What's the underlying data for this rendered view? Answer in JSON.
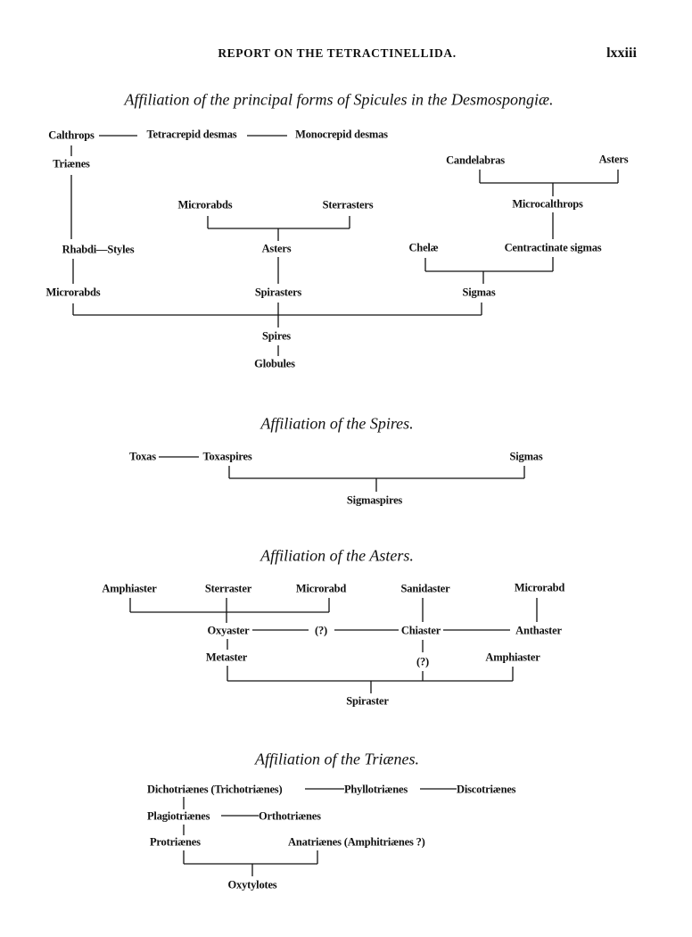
{
  "header": {
    "running_title": "REPORT ON THE TETRACTINELLIDA.",
    "page_number": "lxxiii"
  },
  "desmospongiae": {
    "title": "Affiliation of the principal forms of Spicules in the Desmospongiæ.",
    "nodes": {
      "calthrops": "Calthrops",
      "tetracrepid": "Tetracrepid desmas",
      "monocrepid": "Monocrepid desmas",
      "trianes": "Triænes",
      "rhabdi_styles": "Rhabdi—Styles",
      "microrabds_left": "Microrabds",
      "microrabds_mid": "Microrabds",
      "sterrasters": "Sterrasters",
      "asters_mid": "Asters",
      "spirasters": "Spirasters",
      "spires": "Spires",
      "globules": "Globules",
      "candelabras": "Candelabras",
      "asters_right": "Asters",
      "microcalthrops": "Microcalthrops",
      "chelae": "Chelæ",
      "centractinate": "Centractinate sigmas",
      "sigmas": "Sigmas"
    }
  },
  "spires": {
    "title": "Affiliation of the Spires.",
    "nodes": {
      "toxas": "Toxas",
      "toxaspires": "Toxaspires",
      "sigmas": "Sigmas",
      "sigmaspires": "Sigmaspires"
    }
  },
  "asters": {
    "title": "Affiliation of the Asters.",
    "nodes": {
      "amphiaster1": "Amphiaster",
      "sterraster": "Sterraster",
      "microrabd1": "Microrabd",
      "sanidaster": "Sanidaster",
      "microrabd2": "Microrabd",
      "oxyaster": "Oxyaster",
      "query1": "(?)",
      "chiaster": "Chiaster",
      "anthaster": "Anthaster",
      "metaster": "Metaster",
      "query2": "(?)",
      "amphiaster2": "Amphiaster",
      "spiraster": "Spiraster"
    }
  },
  "trianes": {
    "title": "Affiliation of the Triænes.",
    "nodes": {
      "dichotrianes": "Dichotriænes (Trichotriænes)",
      "phyllotrianes": "Phyllotriænes",
      "discotrianes": "Discotriænes",
      "plagiotrianes": "Plagiotriænes",
      "orthotrianes": "Orthotriænes",
      "protrianes": "Protriænes",
      "anatrianes": "Anatriænes (Amphitriænes ?)",
      "oxytylotes": "Oxytylotes"
    }
  }
}
